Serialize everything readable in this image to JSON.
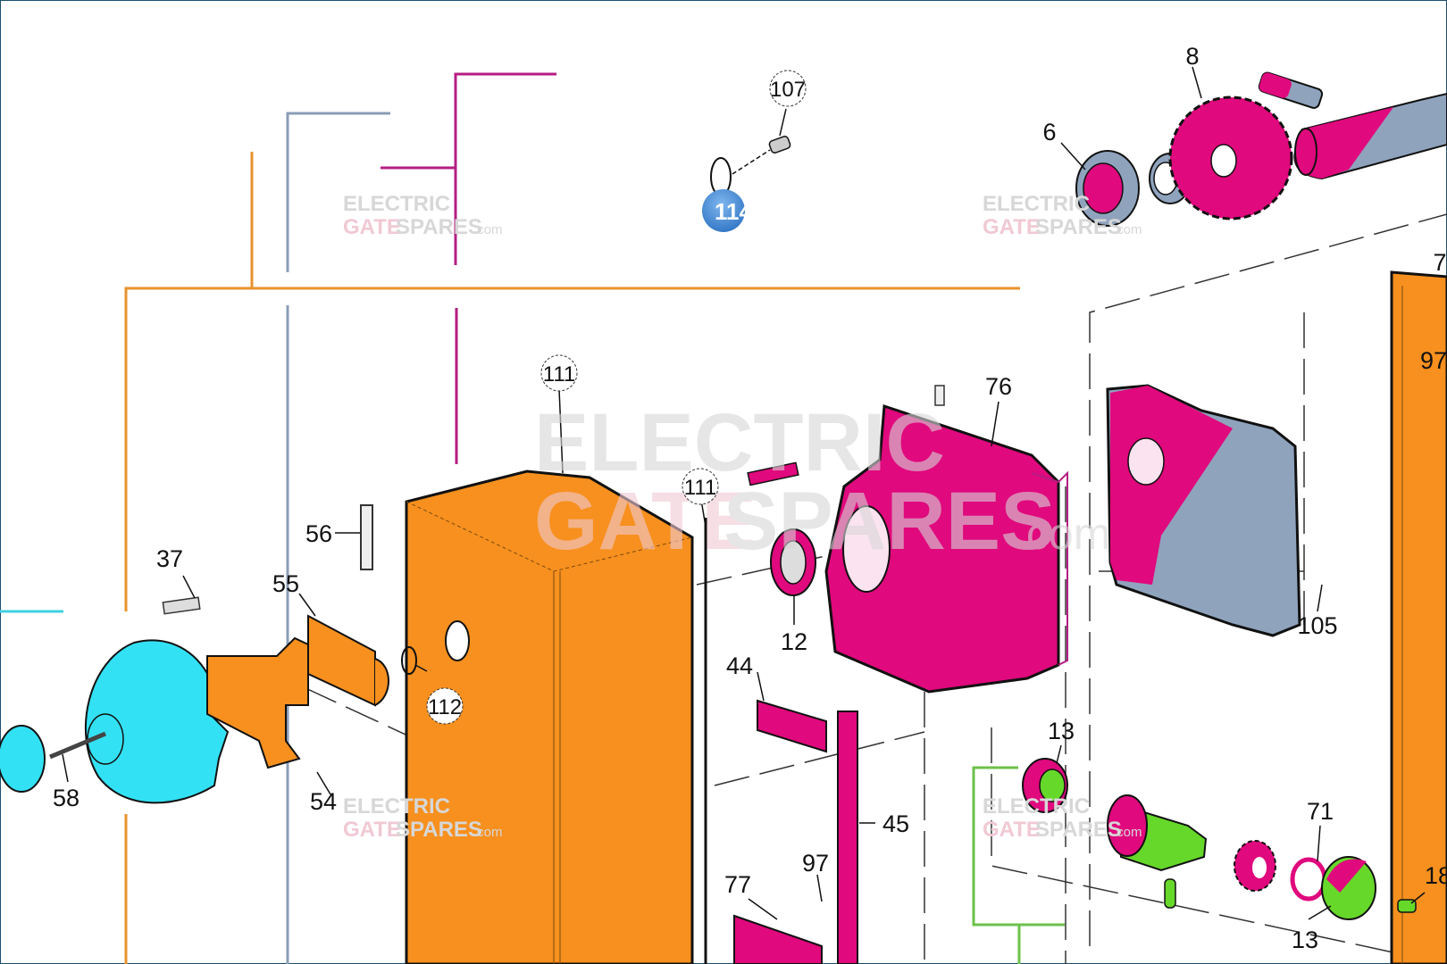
{
  "diagram": {
    "title": "Exploded parts diagram — gate operator gearbox",
    "colors": {
      "orange": "#f7901e",
      "magenta": "#e0097d",
      "grey_blue": "#8fa3bd",
      "cyan": "#33e1f4",
      "green": "#66d82a",
      "bracket_orange": "#e8922e",
      "bracket_magenta": "#b51d82",
      "bracket_grey": "#8a9db5",
      "bracket_green": "#6cc14a",
      "bracket_cyan": "#3fd0e0",
      "badge_blue": "#4a90d9",
      "border": "#1b4f6e"
    },
    "watermark": {
      "line1": "ELECTRIC",
      "line2a": "GATE",
      "line2b": "SPARES",
      "suffix": ".com"
    },
    "badge": {
      "label": "114"
    },
    "part_labels": [
      {
        "id": "107",
        "circled": true
      },
      {
        "id": "111",
        "circled": true
      },
      {
        "id": "111",
        "circled": true
      },
      {
        "id": "112",
        "circled": true
      },
      {
        "id": "6"
      },
      {
        "id": "8"
      },
      {
        "id": "7"
      },
      {
        "id": "97"
      },
      {
        "id": "76"
      },
      {
        "id": "12"
      },
      {
        "id": "105"
      },
      {
        "id": "56"
      },
      {
        "id": "37"
      },
      {
        "id": "55"
      },
      {
        "id": "58"
      },
      {
        "id": "54"
      },
      {
        "id": "44"
      },
      {
        "id": "45"
      },
      {
        "id": "97"
      },
      {
        "id": "77"
      },
      {
        "id": "13"
      },
      {
        "id": "71"
      },
      {
        "id": "13"
      },
      {
        "id": "18"
      }
    ]
  }
}
